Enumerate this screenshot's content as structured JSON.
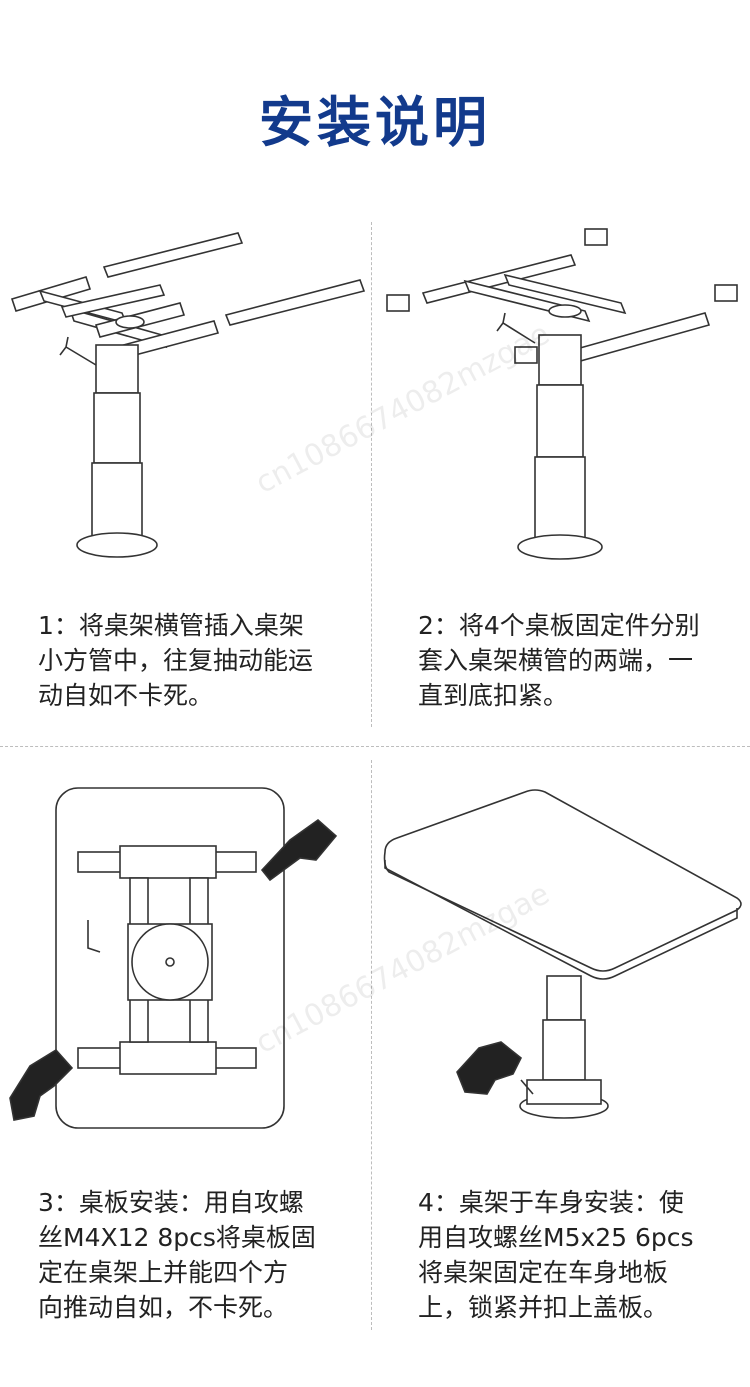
{
  "page": {
    "title": "安装说明"
  },
  "steps": [
    {
      "number": "1",
      "text": "1：将桌架横管插入桌架\n小方管中，往复抽动能运\n动自如不卡死。"
    },
    {
      "number": "2",
      "text": "2：将4个桌板固定件分别\n套入桌架横管的两端，一\n直到底扣紧。"
    },
    {
      "number": "3",
      "text": "3：桌板安装：用自攻螺\n丝M4X12 8pcs将桌板固\n定在桌架上并能四个方\n向推动自如，不卡死。"
    },
    {
      "number": "4",
      "text": "4：桌架于车身安装：使\n用自攻螺丝M5x25 6pcs\n将桌架固定在车身地板\n上，锁紧并扣上盖板。"
    }
  ],
  "watermark": {
    "text": "cn1086674082mzgae"
  },
  "colors": {
    "title": "#123a8c",
    "line": "#333333",
    "divider": "#bdbdbd"
  }
}
